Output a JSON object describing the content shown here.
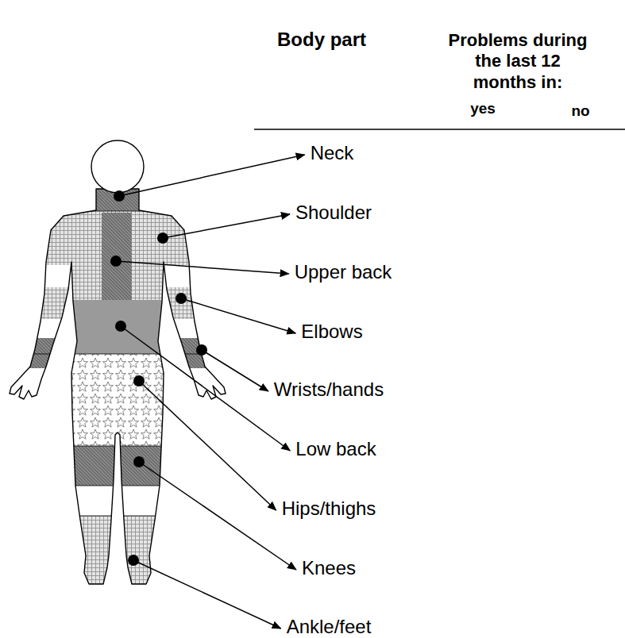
{
  "diagram": {
    "labels": [
      "Body part",
      "Problems during the last 12 months in:",
      "yes",
      "no",
      "Neck",
      "Shoulder",
      "Upper back",
      "Elbows",
      "Wrists/hands",
      "Low back",
      "Hips/thighs",
      "Knees",
      "Ankle/feet"
    ]
  }
}
